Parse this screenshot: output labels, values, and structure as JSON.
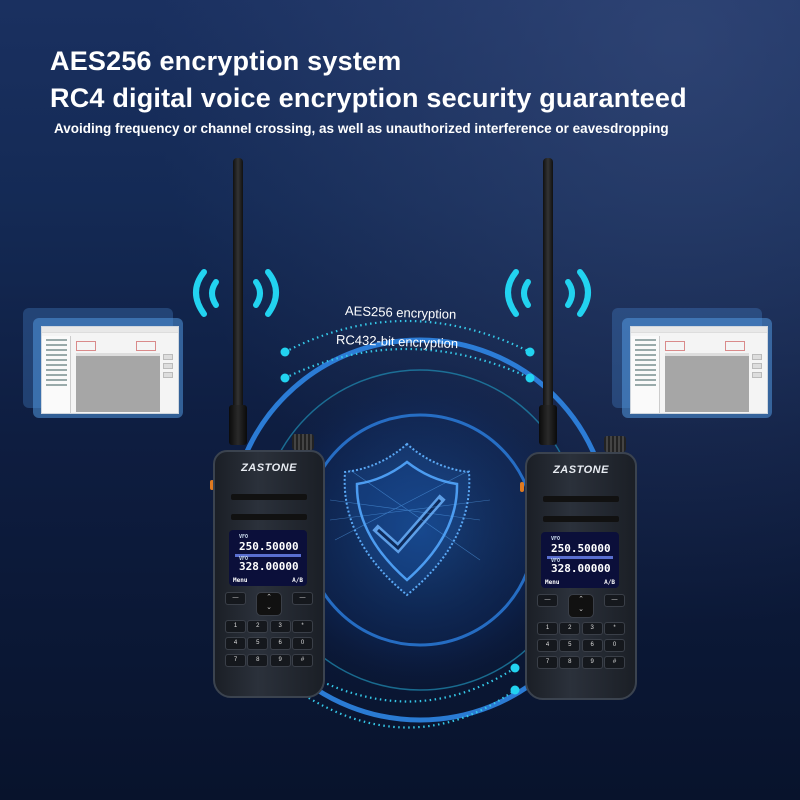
{
  "header": {
    "title_line1": "AES256 encryption system",
    "title_line2": "RC4 digital  voice encryption security guaranteed",
    "subtitle": "Avoiding frequency or channel crossing, as well as unauthorized interference or eavesdropping"
  },
  "center": {
    "arc_label_1": "AES256 encryption",
    "arc_label_2": "RC432-bit encryption",
    "icon": "shield-check-icon"
  },
  "radios": [
    {
      "brand": "ZASTONE",
      "vfo_a_label": "VFO",
      "frequency_a": "250.50000",
      "vfo_b_label": "VFO",
      "frequency_b": "328.00000",
      "menu_label": "Menu",
      "ab_label": "A/B",
      "keys": [
        [
          "1",
          "2",
          "3",
          "*"
        ],
        [
          "4",
          "5",
          "6",
          "0"
        ],
        [
          "7",
          "8",
          "9",
          "#"
        ]
      ]
    },
    {
      "brand": "ZASTONE",
      "vfo_a_label": "VFO",
      "frequency_a": "250.50000",
      "vfo_b_label": "VFO",
      "frequency_b": "328.00000",
      "menu_label": "Menu",
      "ab_label": "A/B",
      "keys": [
        [
          "1",
          "2",
          "3",
          "*"
        ],
        [
          "4",
          "5",
          "6",
          "0"
        ],
        [
          "7",
          "8",
          "9",
          "#"
        ]
      ]
    }
  ],
  "colors": {
    "accent_cyan": "#22d3f0",
    "ring_blue": "#2f86e6",
    "background_top": "#1a3060",
    "background_bottom": "#08132c"
  }
}
